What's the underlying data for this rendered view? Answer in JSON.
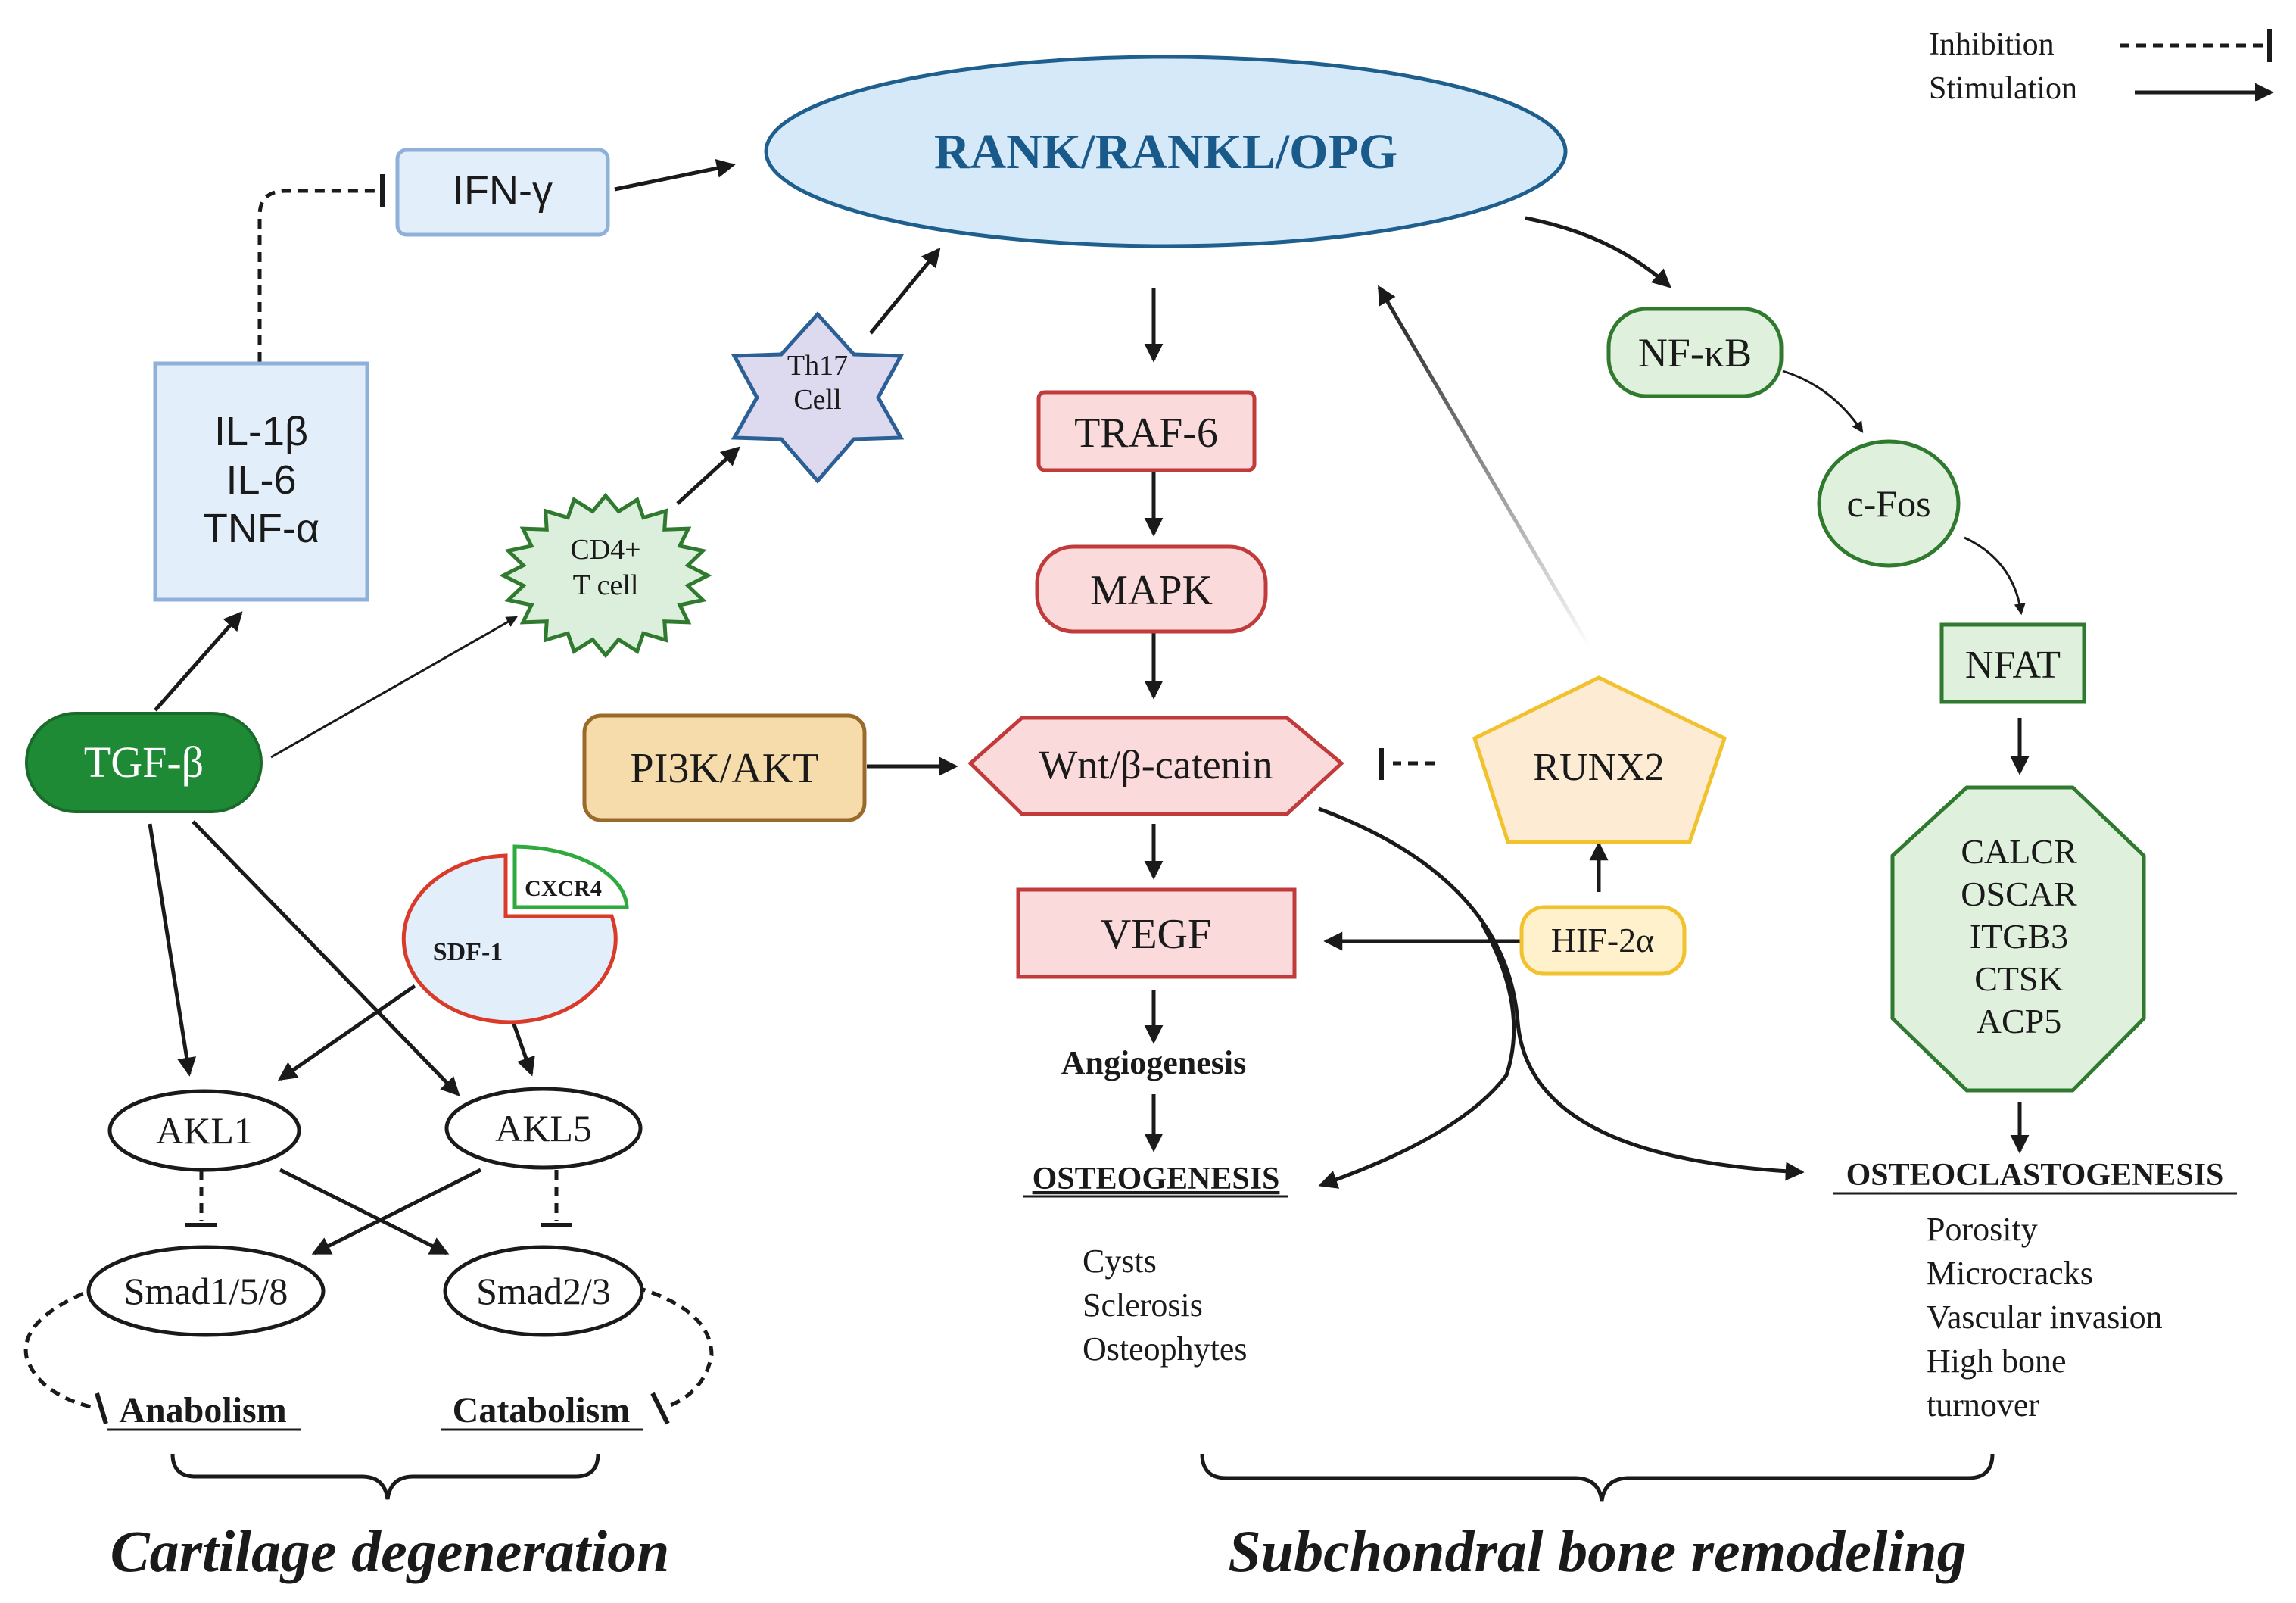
{
  "legend": {
    "inhibition": "Inhibition",
    "stimulation": "Stimulation"
  },
  "nodes": {
    "rank": "RANK/RANKL/OPG",
    "ifn": "IFN-γ",
    "interleukins": [
      "IL-1β",
      "IL-6",
      "TNF-α"
    ],
    "th17": [
      "Th17",
      "Cell"
    ],
    "cd4": [
      "CD4+",
      "T cell"
    ],
    "tgf": "TGF-β",
    "traf6": "TRAF-6",
    "mapk": "MAPK",
    "pi3k": "PI3K/AKT",
    "wnt": "Wnt/β-catenin",
    "runx2": "RUNX2",
    "hif": "HIF-2α",
    "vegf": "VEGF",
    "angiogenesis": "Angiogenesis",
    "osteogenesis": "OSTEOGENESIS",
    "nfkb": "NF-κB",
    "cfos": "c-Fos",
    "nfat": "NFAT",
    "osteoclast_genes": [
      "CALCR",
      "OSCAR",
      "ITGB3",
      "CTSK",
      "ACP5"
    ],
    "osteoclastogenesis": "OSTEOCLASTOGENESIS",
    "cxcr4": "CXCR4",
    "sdf1": "SDF-1",
    "akl1": "AKL1",
    "akl5": "AKL5",
    "smad158": "Smad1/5/8",
    "smad23": "Smad2/3",
    "anabolism": "Anabolism",
    "catabolism": "Catabolism"
  },
  "osteogenesis_outcomes": [
    "Cysts",
    "Sclerosis",
    "Osteophytes"
  ],
  "osteoclastogenesis_outcomes": [
    "Porosity",
    "Microcracks",
    "Vascular invasion",
    "High bone",
    "turnover"
  ],
  "sections": {
    "left": "Cartilage degeneration",
    "right": "Subchondral bone remodeling"
  },
  "colors": {
    "rank_fill": "#d6e9f8",
    "rank_stroke": "#1e5f8e",
    "rank_text": "#1a5a8a",
    "ifn_fill": "#e3eefb",
    "ifn_stroke": "#8fb0d8",
    "th17_fill": "#ddd9ef",
    "th17_stroke": "#2b5f95",
    "cd4_fill": "#dcefdc",
    "cd4_stroke": "#2f7a2f",
    "tgf_fill": "#1f8a35",
    "red_fill": "#fadadb",
    "red_stroke": "#c23b3b",
    "pi3k_fill": "#f6dcab",
    "pi3k_stroke": "#9a6a2a",
    "runx2_fill": "#fdebd4",
    "runx2_stroke": "#f2c12e",
    "hif_fill": "#fff1cc",
    "hif_stroke": "#f2c12e",
    "green_fill": "#dff0dc",
    "green_stroke": "#2f7a2f",
    "sdf_fill": "#e2eef9",
    "sdf_stroke": "#d93a2a",
    "cxcr4_stroke": "#2eaa3e",
    "arrow": "#1a1a1a"
  }
}
